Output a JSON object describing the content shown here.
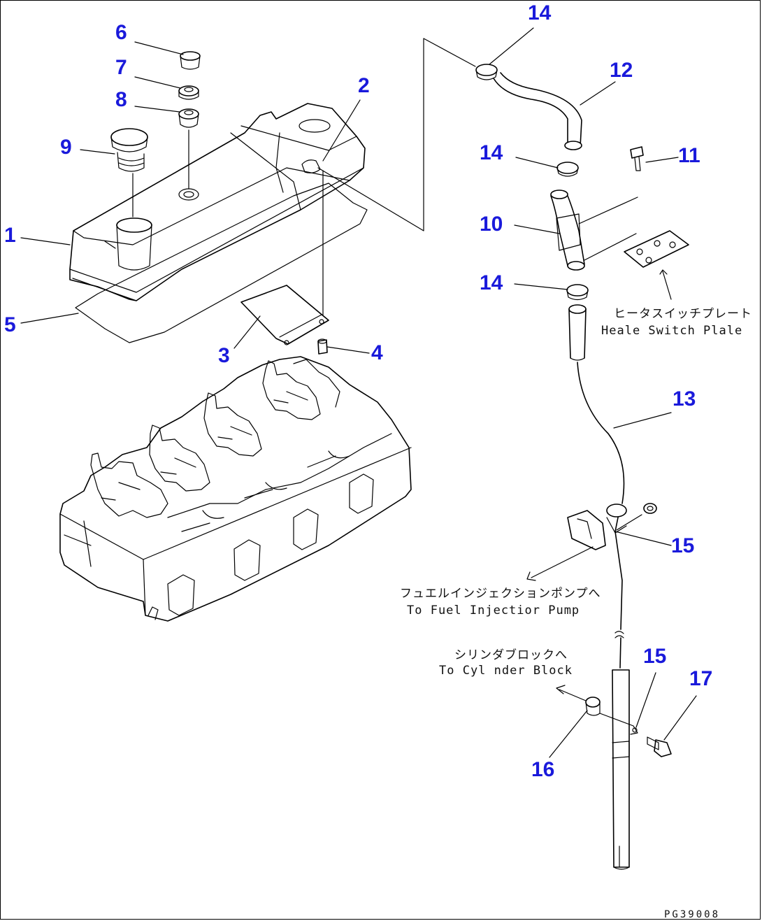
{
  "labels": {
    "p1": "1",
    "p2": "2",
    "p3": "3",
    "p4": "4",
    "p5": "5",
    "p6": "6",
    "p7": "7",
    "p8": "8",
    "p9": "9",
    "p10": "10",
    "p11": "11",
    "p12": "12",
    "p13": "13",
    "p14a": "14",
    "p14b": "14",
    "p14c": "14",
    "p15a": "15",
    "p15b": "15",
    "p16": "16",
    "p17": "17"
  },
  "notes": {
    "heater_jp": "ヒータスイッチプレート",
    "heater_en": "Heale  Switch Plale",
    "fuel_jp": "フュエルインジェクションポンプへ",
    "fuel_en": "To Fuel Injectior Pump",
    "cyl_jp": "シリンダブロックへ",
    "cyl_en": "To Cyl nder Block"
  },
  "drawing_code": "PG39008",
  "colors": {
    "label": "#1a1adb",
    "line": "#000000"
  }
}
